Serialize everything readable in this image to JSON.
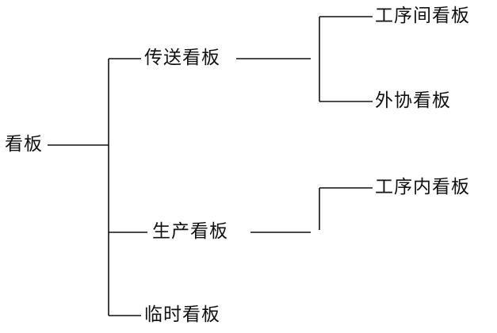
{
  "colors": {
    "line": "#111111",
    "text": "#111111",
    "background": "#ffffff"
  },
  "tree": {
    "root": {
      "label": "看板"
    },
    "branches": [
      {
        "label": "传送看板",
        "children": [
          {
            "label": "工序间看板"
          },
          {
            "label": "外协看板"
          }
        ]
      },
      {
        "label": "生产看板",
        "children": [
          {
            "label": "工序内看板"
          }
        ]
      },
      {
        "label": "临时看板",
        "children": []
      }
    ]
  }
}
